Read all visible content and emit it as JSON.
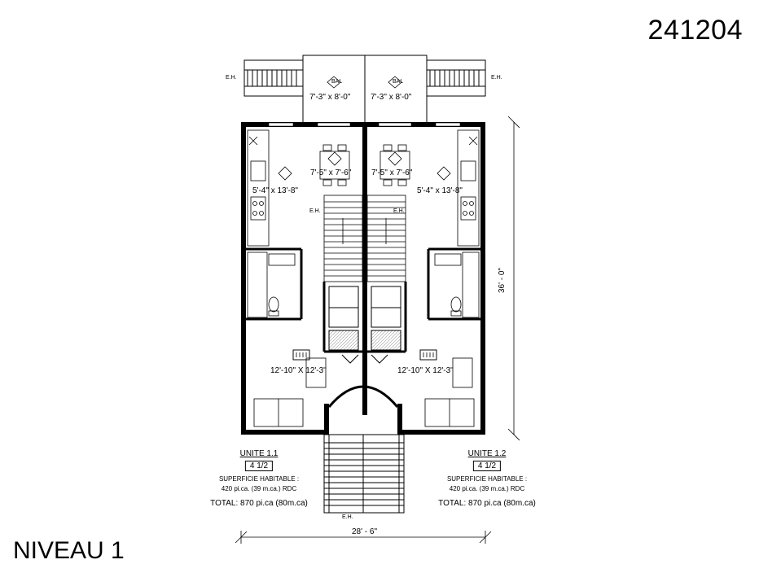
{
  "project_number": "241204",
  "level_title": "NIVEAU 1",
  "rooms": {
    "balcony_tag": "BAL",
    "balcony_dim": "7'-3\" x 8'-0\"",
    "dining_dim": "7'-5\" x 7'-6\"",
    "kitchen_dim": "5'-4\" x 13'-8\"",
    "living_dim": "12'-10\" X 12'-3\""
  },
  "eh_label": "E.H.",
  "dimensions": {
    "depth": "36' - 0\"",
    "width": "28' - 6\""
  },
  "units": [
    {
      "title": "UNITE 1.1",
      "type": "4 1/2",
      "area_label": "SUPERFICIE HABITABLE :",
      "area_value": "420 pi.ca. (39 m.ca.) RDC",
      "total": "TOTAL: 870 pi.ca (80m.ca)"
    },
    {
      "title": "UNITE 1.2",
      "type": "4 1/2",
      "area_label": "SUPERFICIE HABITABLE :",
      "area_value": "420 pi.ca. (39 m.ca.) RDC",
      "total": "TOTAL: 870 pi.ca (80m.ca)"
    }
  ]
}
